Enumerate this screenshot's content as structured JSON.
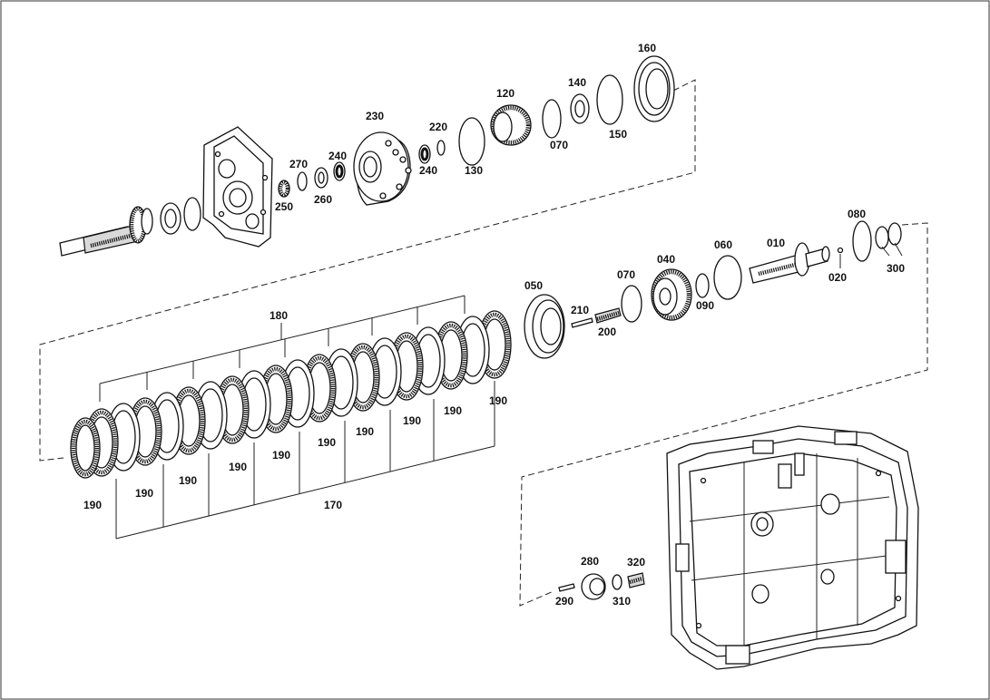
{
  "labels": {
    "p010": "010",
    "p020": "020",
    "p040": "040",
    "p050": "050",
    "p060": "060",
    "p070a": "070",
    "p070b": "070",
    "p080": "080",
    "p090": "090",
    "p120": "120",
    "p130": "130",
    "p140": "140",
    "p150": "150",
    "p160": "160",
    "p170": "170",
    "p180": "180",
    "p190_1": "190",
    "p190_2": "190",
    "p190_3": "190",
    "p190_4": "190",
    "p190_5": "190",
    "p190_6": "190",
    "p190_7": "190",
    "p190_8": "190",
    "p190_9": "190",
    "p190_10": "190",
    "p200": "200",
    "p210": "210",
    "p220": "220",
    "p230": "230",
    "p240a": "240",
    "p240b": "240",
    "p250": "250",
    "p260": "260",
    "p270": "270",
    "p280": "280",
    "p290": "290",
    "p300": "300",
    "p310": "310",
    "p320": "320"
  }
}
